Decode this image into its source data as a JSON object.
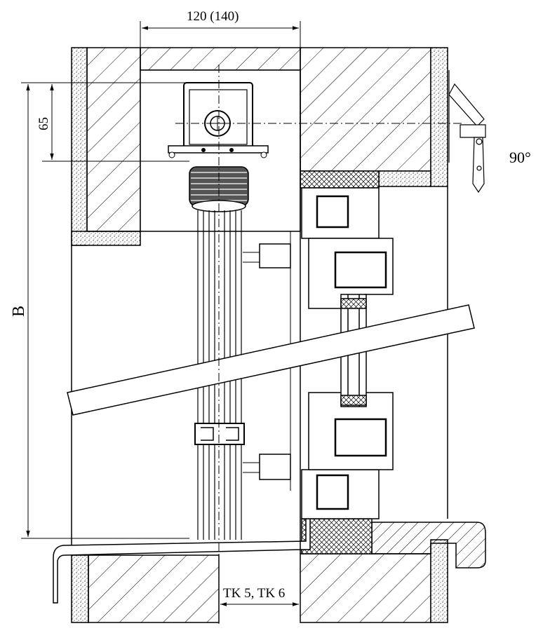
{
  "drawing": {
    "dimension_width": "120 (140)",
    "dimension_height": "65",
    "dimension_b": "B",
    "angle_label": "90°",
    "track_label": "TK 5, TK 6"
  },
  "colors": {
    "line": "#000000",
    "background": "#ffffff",
    "insulation_dots": "#333333"
  }
}
